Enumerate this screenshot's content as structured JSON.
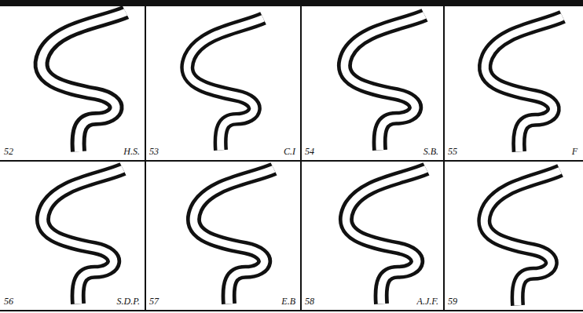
{
  "diagram": {
    "labels": [
      "52",
      "H.S.",
      "53",
      "C.I",
      "54",
      "S.B.",
      "55",
      "F",
      "56",
      "S.D.P.",
      "57",
      "E.B",
      "58",
      "A.J.F.",
      "59"
    ]
  }
}
